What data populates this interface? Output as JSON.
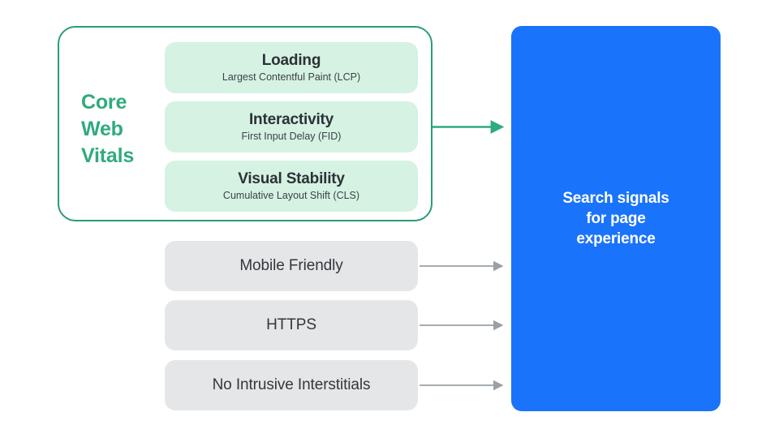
{
  "diagram": {
    "title": "Search signals for page experience",
    "colors": {
      "core_web_vitals_border": "#2a9d74",
      "core_web_vitals_text": "#2fab7d",
      "vital_card_bg": "#d5f2e3",
      "gray_card_bg": "#e5e6e8",
      "blue_panel_bg": "#1a73fb",
      "green_arrow": "#2fab7d",
      "gray_arrow": "#9aa0a6",
      "dark_text": "#2c3236"
    }
  },
  "core_web_vitals": {
    "group_label": "Core Web Vitals",
    "items": [
      {
        "title": "Loading",
        "subtitle": "Largest Contentful Paint (LCP)"
      },
      {
        "title": "Interactivity",
        "subtitle": "First Input Delay (FID)"
      },
      {
        "title": "Visual Stability",
        "subtitle": "Cumulative Layout Shift (CLS)"
      }
    ]
  },
  "other_signals": {
    "items": [
      {
        "label": "Mobile Friendly"
      },
      {
        "label": "HTTPS"
      },
      {
        "label": "No Intrusive Interstitials"
      }
    ]
  },
  "outcome_panel": {
    "text": "Search signals\nfor page\nexperience"
  }
}
